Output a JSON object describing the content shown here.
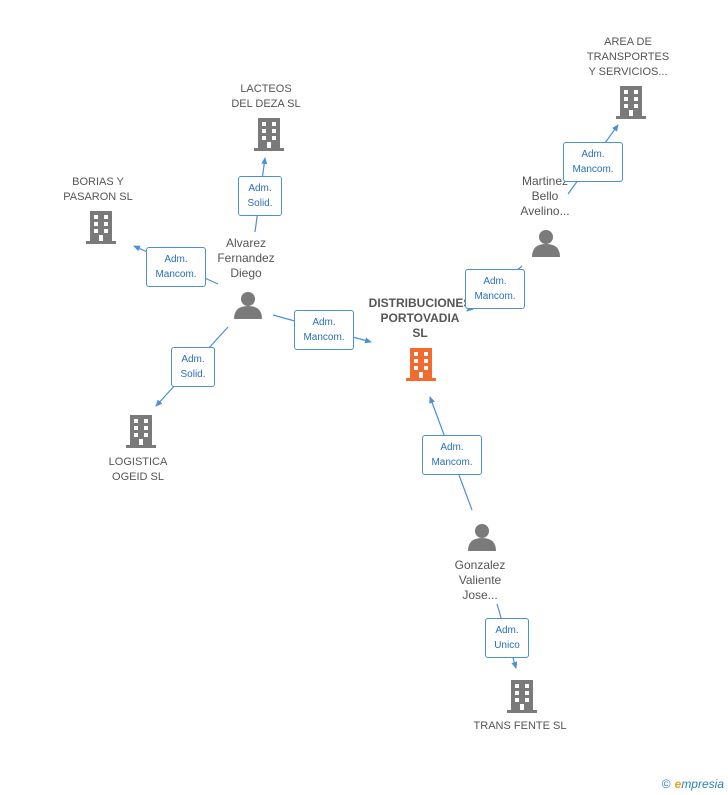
{
  "nodes": {
    "center": {
      "label": "DISTRIBUCIONES\nPORTOVADIA\nSL",
      "color": "#f26a2e"
    },
    "lacteos": {
      "label": "LACTEOS\nDEL DEZA SL"
    },
    "area": {
      "label": "AREA DE\nTRANSPORTES\nY SERVICIOS..."
    },
    "borias": {
      "label": "BORIAS Y\nPASARON SL"
    },
    "logistica": {
      "label": "LOGISTICA\nOGEID SL"
    },
    "transfente": {
      "label": "TRANS FENTE SL"
    },
    "alvarez": {
      "label": "Alvarez\nFernandez\nDiego"
    },
    "martinez": {
      "label": "Martinez\nBello\nAvelino..."
    },
    "gonzalez": {
      "label": "Gonzalez\nValiente\nJose..."
    }
  },
  "edges": {
    "alvarez_lacteos": "Adm.\nSolid.",
    "alvarez_borias": "Adm.\nMancom.",
    "alvarez_center": "Adm.\nMancom.",
    "alvarez_logistica": "Adm.\nSolid.",
    "martinez_area": "Adm.\nMancom.",
    "martinez_center": "Adm.\nMancom.",
    "gonzalez_center": "Adm.\nMancom.",
    "gonzalez_transfente": "Adm.\nUnico"
  },
  "colors": {
    "building": "#7a7a7a",
    "person": "#7a7a7a",
    "edge": "#4a8fd8"
  },
  "footer": {
    "copyright": "©",
    "brand_e": "e",
    "brand_rest": "mpresia"
  }
}
